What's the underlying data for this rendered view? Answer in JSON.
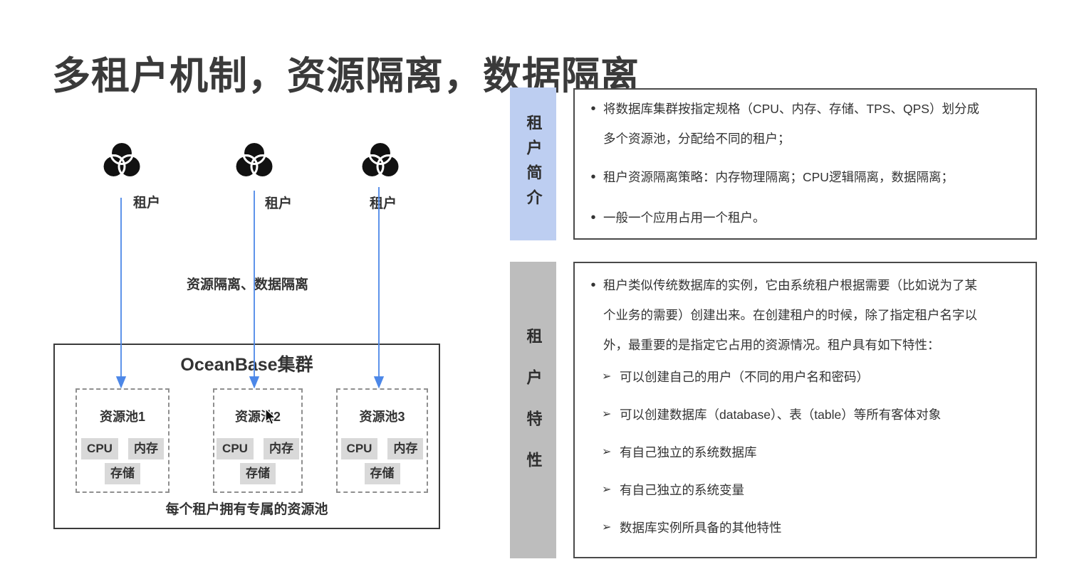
{
  "page": {
    "title": "多租户机制，资源隔离，数据隔离"
  },
  "diagram": {
    "tenants": [
      {
        "label": "租户"
      },
      {
        "label": "租户"
      },
      {
        "label": "租户"
      }
    ],
    "isolation_caption": "资源隔离、数据隔离",
    "cluster": {
      "title": "OceanBase集群",
      "caption": "每个租户拥有专属的资源池",
      "pools": [
        {
          "name": "资源池1",
          "chips": [
            "CPU",
            "内存",
            "存储"
          ]
        },
        {
          "name": "资源池2",
          "chips": [
            "CPU",
            "内存",
            "存储"
          ]
        },
        {
          "name": "资源池3",
          "chips": [
            "CPU",
            "内存",
            "存储"
          ]
        }
      ]
    }
  },
  "intro": {
    "label": "租户简介",
    "marker": "•",
    "items": [
      {
        "lines": [
          "将数据库集群按指定规格（CPU、内存、存储、TPS、QPS）划分成",
          "多个资源池，分配给不同的租户；"
        ]
      },
      {
        "lines": [
          "租户资源隔离策略：内存物理隔离；CPU逻辑隔离，数据隔离；"
        ]
      },
      {
        "lines": [
          "一般一个应用占用一个租户。"
        ]
      }
    ]
  },
  "features": {
    "label": "租户特性",
    "marker": "•",
    "sub_marker": "➢",
    "paragraph_lines": [
      "租户类似传统数据库的实例，它由系统租户根据需要（比如说为了某",
      "个业务的需要）创建出来。在创建租户的时候，除了指定租户名字以",
      "外，最重要的是指定它占用的资源情况。租户具有如下特性："
    ],
    "items": [
      "可以创建自己的用户（不同的用户名和密码）",
      "可以创建数据库（database）、表（table）等所有客体对象",
      "有自己独立的系统数据库",
      "有自己独立的系统变量",
      "数据库实例所具备的其他特性"
    ]
  },
  "colors": {
    "intro_label_bg": "#bdcef1",
    "features_label_bg": "#bdbdbd",
    "arrow_blue": "#4c87e8",
    "chip_bg": "#d9d9d9",
    "text": "#333333"
  }
}
